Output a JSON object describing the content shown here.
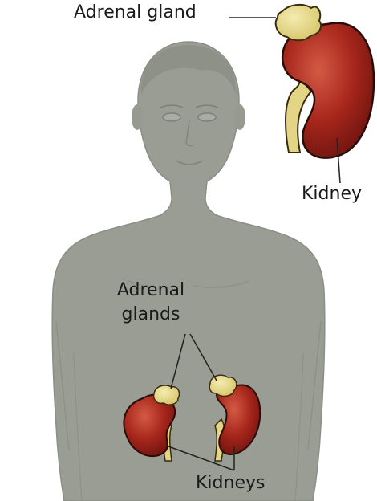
{
  "labels": {
    "adrenal_gland": "Adrenal gland",
    "kidney": "Kidney",
    "adrenal_glands_line1": "Adrenal",
    "adrenal_glands_line2": "glands",
    "kidneys": "Kidneys"
  },
  "colors": {
    "body": "#9a9d93",
    "body_outline": "#8b8e85",
    "kidney": "#a6261b",
    "kidney_highlight": "#c94a3a",
    "kidney_outline": "#2a0c08",
    "adrenal": "#e8dc8a",
    "ureter": "#e2d585",
    "leader_line": "#222222"
  }
}
